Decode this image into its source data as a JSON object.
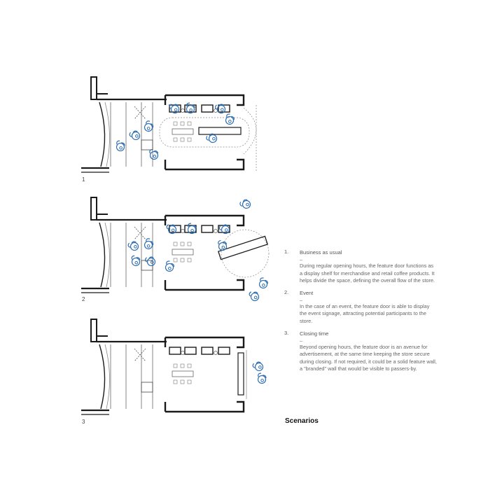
{
  "plans": [
    {
      "number": "1"
    },
    {
      "number": "2"
    },
    {
      "number": "3"
    }
  ],
  "scenarios": [
    {
      "number": "1.",
      "title": "Business as usual",
      "dash": "–",
      "body": "During regular opening hours, the feature door functions as a display shelf for merchandise and retail coffee products. It helps divide the space, defining the overall flow of the store."
    },
    {
      "number": "2.",
      "title": "Event",
      "dash": "–",
      "body": "In the case of an event, the feature door is able to display the event signage, attracting potential participants to the store."
    },
    {
      "number": "3.",
      "title": "Closing time",
      "dash": "–",
      "body": "Beyond opening hours, the feature door is an avenue for advertisement, at the same time keeping the store secure during closing. If not required, it could be a solid feature wall, a \"branded\" wall that would be visible to passers-by."
    }
  ],
  "heading": "Scenarios",
  "colors": {
    "wall": "#1a1a1a",
    "person": "#2f6fb0",
    "line": "#666666"
  }
}
